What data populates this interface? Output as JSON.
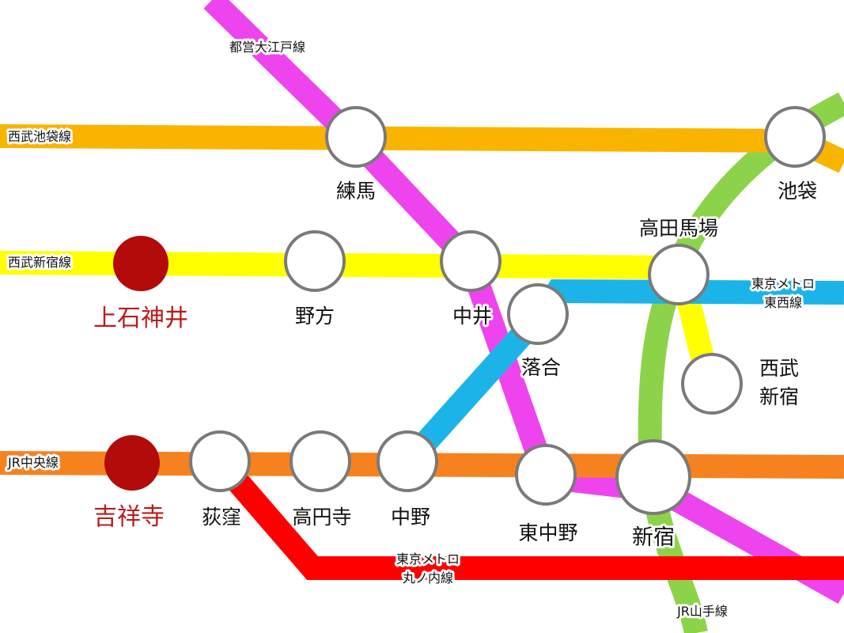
{
  "lines": {
    "oedo": {
      "label": "都営大江戸線",
      "color": "#ee44ee"
    },
    "ikebukuro": {
      "label": "西武池袋線",
      "color": "#f9b400"
    },
    "shinjuku": {
      "label": "西武新宿線",
      "color": "#ffff00"
    },
    "chuo": {
      "label": "JR中央線",
      "color": "#f6821f"
    },
    "tozai": {
      "label1": "東京メトロ",
      "label2": "東西線",
      "color": "#1cb4e8"
    },
    "marunouchi": {
      "label1": "東京メトロ",
      "label2": "丸ノ内線",
      "color": "#ff0000"
    },
    "yamanote": {
      "label": "JR山手線",
      "color": "#8dd34a"
    }
  },
  "stations": {
    "nerima": "練馬",
    "ikebukuro": "池袋",
    "takadanobaba": "高田馬場",
    "kamishakujii": "上石神井",
    "nogata": "野方",
    "nakai": "中井",
    "ochiai": "落合",
    "seibu_shinjuku_1": "西武",
    "seibu_shinjuku_2": "新宿",
    "kichijoji": "吉祥寺",
    "ogikubo": "荻窪",
    "koenji": "高円寺",
    "nakano": "中野",
    "higashi_nakano": "東中野",
    "shinjuku": "新宿"
  }
}
